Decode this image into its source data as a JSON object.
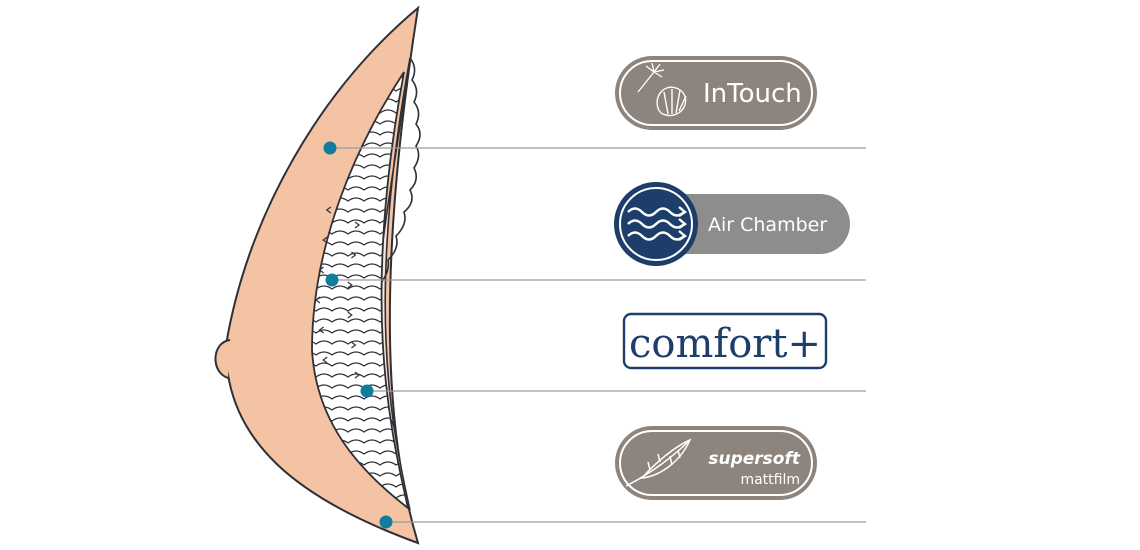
{
  "colors": {
    "skin": "#F3C3A3",
    "skin_outline": "#2F2F36",
    "inner_layer": "#FBE6DE",
    "dot": "#117D9D",
    "leader_line": "#9B9B9B",
    "gray_badge": "#8E847E",
    "gray_badge_dark": "#6F6661",
    "navy": "#1D3E6A",
    "air_chamber_bg": "#8D8D8D",
    "white": "#FFFFFF"
  },
  "layers": [
    {
      "id": "intouch",
      "icons": [
        "dandelion-icon",
        "shell-icon"
      ],
      "text": "InTouch"
    },
    {
      "id": "air-chamber",
      "icons": [
        "wave-arrows-icon"
      ],
      "text": "Air Chamber"
    },
    {
      "id": "comfort-plus",
      "text": "comfort+"
    },
    {
      "id": "supersoft",
      "icons": [
        "feather-icon"
      ],
      "text": "supersoft",
      "subtext": "mattfilm"
    }
  ]
}
